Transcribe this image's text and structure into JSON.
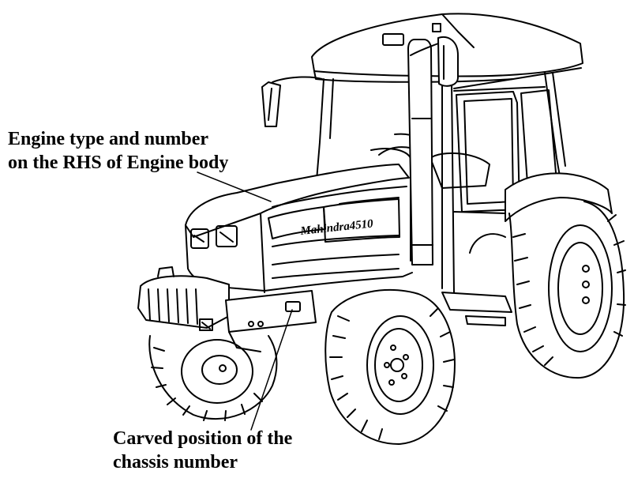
{
  "callouts": {
    "engine": {
      "line1": "Engine type and number",
      "line2": "on the RHS of Engine body"
    },
    "chassis": {
      "line1": "Carved position of the",
      "line2": "chassis number"
    }
  },
  "tractor": {
    "brand_text": "Mahindra4510",
    "line_color": "#000000",
    "background": "#ffffff"
  }
}
